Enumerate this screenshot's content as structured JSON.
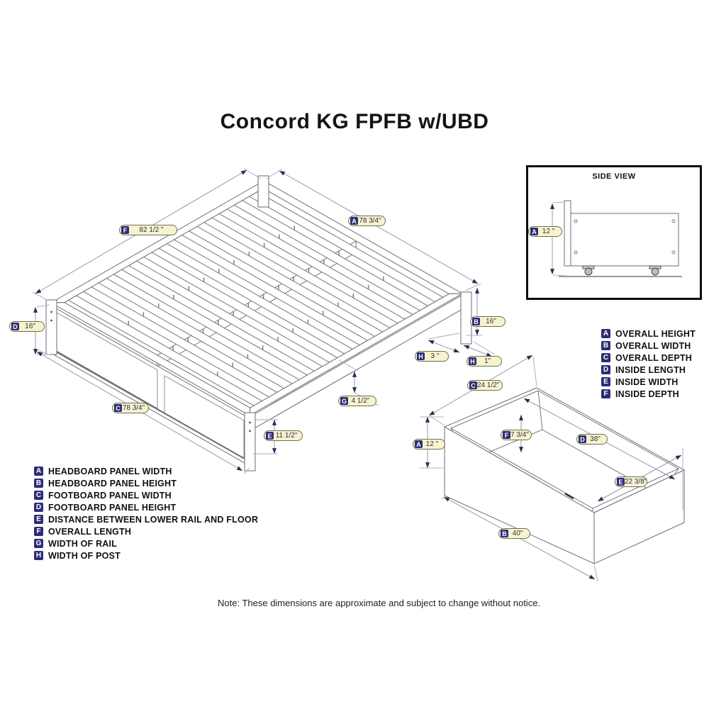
{
  "title": "Concord KG FPFB w/UBD",
  "note": "Note:  These dimensions are approximate and subject to change without notice.",
  "side_view": {
    "title": "SIDE VIEW",
    "dim": {
      "letter": "A",
      "value": "12 \""
    }
  },
  "bed_dims": {
    "overall_length": {
      "letter": "F",
      "value": "82 1/2 \""
    },
    "headboard_width": {
      "letter": "A",
      "value": "78 3/4\""
    },
    "footboard_height": {
      "letter": "D",
      "value": "16\""
    },
    "headboard_height": {
      "letter": "B",
      "value": "16\""
    },
    "post_width_3": {
      "letter": "H",
      "value": "3 \""
    },
    "post_width_1": {
      "letter": "H",
      "value": "1\""
    },
    "rail_width": {
      "letter": "G",
      "value": "4 1/2\""
    },
    "footboard_width": {
      "letter": "C",
      "value": "78 3/4\""
    },
    "rail_to_floor": {
      "letter": "E",
      "value": "11 1/2\""
    }
  },
  "drawer_dims": {
    "overall_depth": {
      "letter": "C",
      "value": "24 1/2\""
    },
    "overall_height": {
      "letter": "A",
      "value": "12 \""
    },
    "inside_depth": {
      "letter": "F",
      "value": "7 3/4\""
    },
    "inside_length": {
      "letter": "D",
      "value": "38\""
    },
    "inside_width": {
      "letter": "E",
      "value": "22 3/8\""
    },
    "overall_width": {
      "letter": "B",
      "value": "40\""
    }
  },
  "legend_left": {
    "items": [
      {
        "letter": "A",
        "label": "HEADBOARD PANEL WIDTH"
      },
      {
        "letter": "B",
        "label": "HEADBOARD PANEL HEIGHT"
      },
      {
        "letter": "C",
        "label": "FOOTBOARD PANEL WIDTH"
      },
      {
        "letter": "D",
        "label": "FOOTBOARD PANEL HEIGHT"
      },
      {
        "letter": "E",
        "label": "DISTANCE BETWEEN LOWER RAIL AND FLOOR"
      },
      {
        "letter": "F",
        "label": "OVERALL LENGTH"
      },
      {
        "letter": "G",
        "label": "WIDTH OF RAIL"
      },
      {
        "letter": "H",
        "label": "WIDTH OF POST"
      }
    ]
  },
  "legend_right": {
    "items": [
      {
        "letter": "A",
        "label": "OVERALL HEIGHT"
      },
      {
        "letter": "B",
        "label": "OVERALL WIDTH"
      },
      {
        "letter": "C",
        "label": "OVERALL DEPTH"
      },
      {
        "letter": "D",
        "label": "INSIDE LENGTH"
      },
      {
        "letter": "E",
        "label": "INSIDE WIDTH"
      },
      {
        "letter": "F",
        "label": "INSIDE DEPTH"
      }
    ]
  },
  "colors": {
    "badge": "#2b2d78",
    "pill_bg": "#f8f3cf",
    "pill_border": "#6e6e4f",
    "drawing_line": "#75757f",
    "dimension_line": "#9298a8",
    "arrow": "#2d2d52"
  }
}
